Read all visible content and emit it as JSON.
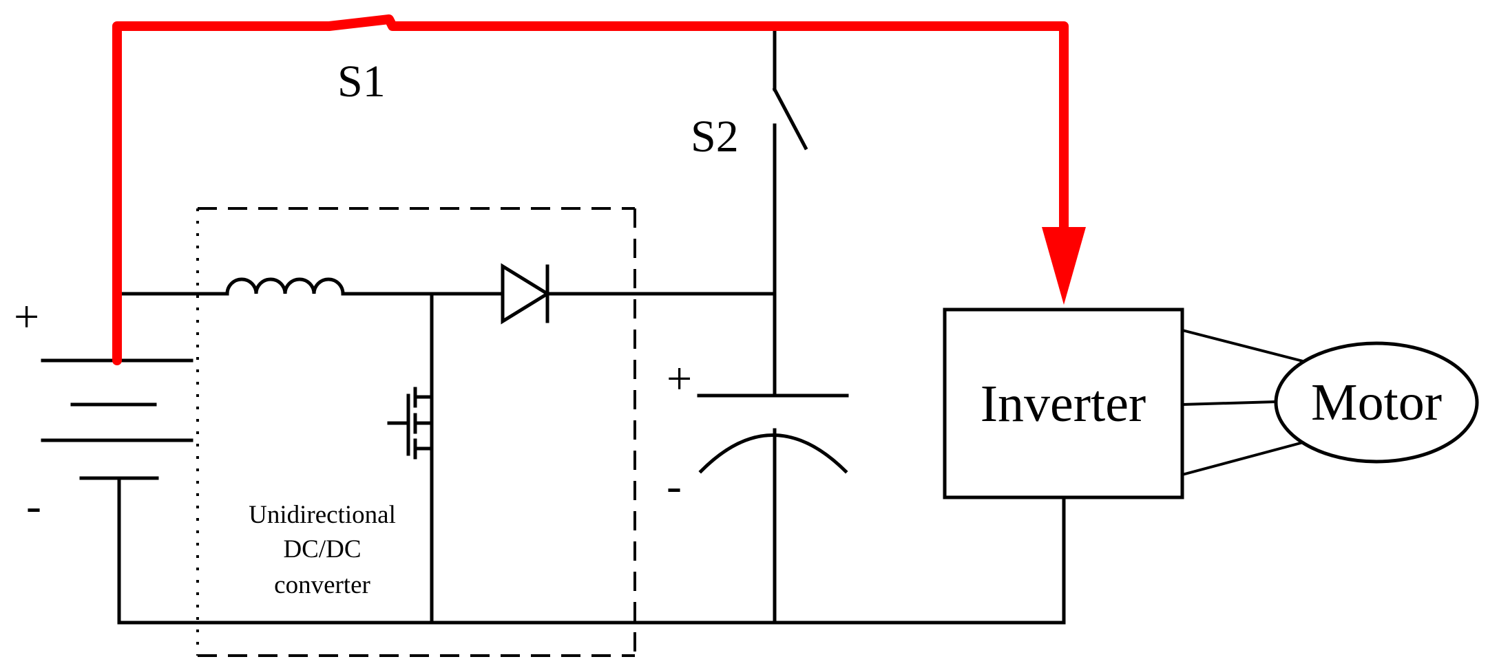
{
  "labels": {
    "s1": "S1",
    "s2": "S2",
    "battery_plus": "+",
    "battery_minus": "-",
    "capacitor_plus": "+",
    "capacitor_minus": "-",
    "converter_line1": "Unidirectional",
    "converter_line2": "DC/DC",
    "converter_line3": "converter",
    "inverter": "Inverter",
    "motor": "Motor"
  },
  "colors": {
    "wire": "#000000",
    "power_path": "#ff0000",
    "background": "#ffffff"
  },
  "switches": {
    "s2_state": "open"
  }
}
